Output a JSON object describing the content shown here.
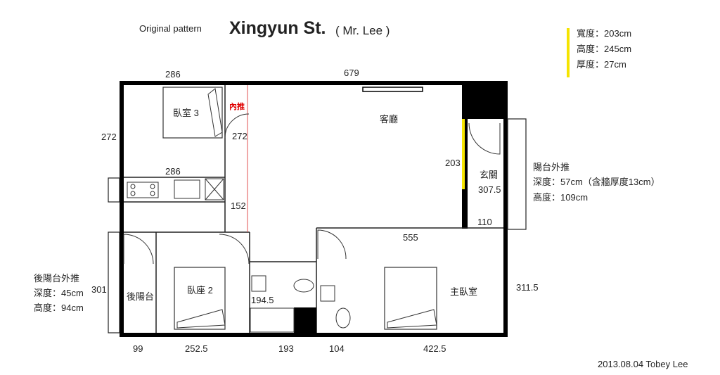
{
  "header": {
    "subtitle": "Original pattern",
    "title": "Xingyun St.",
    "owner": "( Mr. Lee )"
  },
  "door_spec": {
    "width": "寬度：203cm",
    "height": "高度：245cm",
    "thickness": "厚度：27cm"
  },
  "balcony_front": {
    "title": "陽台外推",
    "depth": "深度：57cm（含牆厚度13cm）",
    "height": "高度：109cm"
  },
  "balcony_back": {
    "title": "後陽台外推",
    "depth": "深度：45cm",
    "height": "高度：94cm"
  },
  "rooms": {
    "bedroom3": "臥室 3",
    "living": "客廳",
    "entry": "玄關",
    "back_balcony": "後陽台",
    "bedroom2": "臥座 2",
    "master": "主臥室"
  },
  "notes": {
    "push_in": "內推"
  },
  "dimensions": {
    "top_left": "286",
    "top_right": "679",
    "left_272": "272",
    "mid_272": "272",
    "kitchen_286": "286",
    "mid_152": "152",
    "entry_203": "203",
    "entry_307": "307.5",
    "entry_110": "110",
    "mid_555": "555",
    "left_301": "301",
    "right_311": "311.5",
    "bath_194": "194.5",
    "bot_99": "99",
    "bot_252": "252.5",
    "bot_193": "193",
    "bot_104": "104",
    "bot_422": "422.5"
  },
  "footer": {
    "credit": "2013.08.04 Tobey Lee"
  },
  "colors": {
    "wall": "#000000",
    "accent_yellow": "#f5e400",
    "note_red": "#e00000"
  }
}
